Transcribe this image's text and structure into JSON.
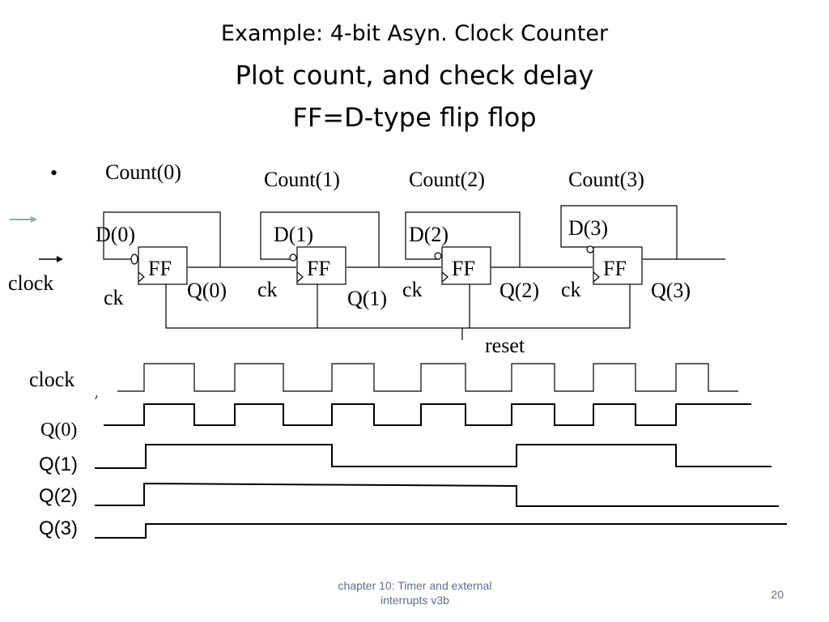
{
  "title": {
    "line1": "Example: 4-bit Asyn. Clock Counter",
    "line2": "Plot count, and check delay",
    "line3": "FF=D-type flip flop"
  },
  "bullet": "•",
  "circuit": {
    "count_labels": [
      "Count(0)",
      "Count(1)",
      "Count(2)",
      "Count(3)"
    ],
    "d_labels": [
      "D(0)",
      "D(1)",
      "D(2)",
      "D(3)"
    ],
    "q_labels": [
      "Q(0)",
      "Q(1)",
      "Q(2)",
      "Q(3)"
    ],
    "ff_label": "FF",
    "ck_label": "ck",
    "clock_label": "clock",
    "reset_label": "reset"
  },
  "timing": {
    "clock_label": "clock",
    "q0_label": "Q(0)",
    "q1_label": "Q(1)",
    "q2_label": "Q(2)",
    "q3_label": "Q(3)"
  },
  "footer": {
    "chapter_line1": "chapter 10: Timer and external",
    "chapter_line2": "interrupts v3b",
    "page": "20"
  },
  "colors": {
    "line": "#000000",
    "arrow": "#8fa8a8",
    "footer_text": "#5f6b8a"
  }
}
